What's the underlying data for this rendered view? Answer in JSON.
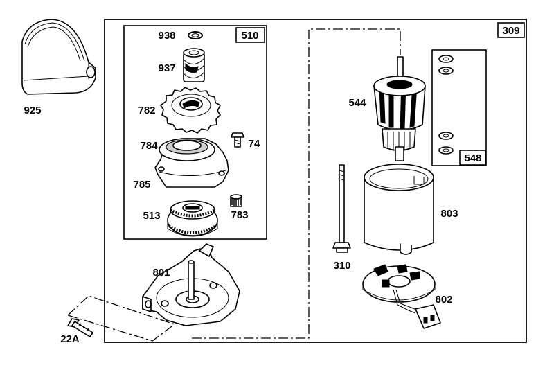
{
  "parts": {
    "p925": "925",
    "p938": "938",
    "p937": "937",
    "p782": "782",
    "p74": "74",
    "p784": "784",
    "p785": "785",
    "p513": "513",
    "p783": "783",
    "p801": "801",
    "p22A": "22A",
    "p544": "544",
    "p803": "803",
    "p310": "310",
    "p802": "802"
  },
  "kits": {
    "k510": "510",
    "k309": "309",
    "k548": "548"
  }
}
